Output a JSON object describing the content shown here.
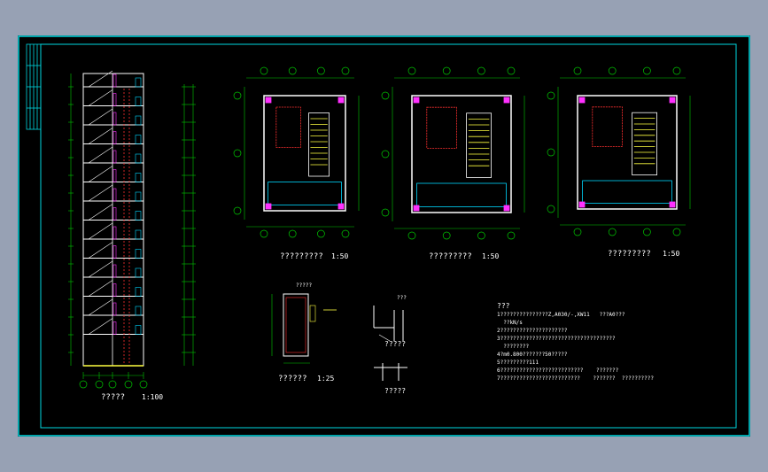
{
  "colors": {
    "background": "#97a1b4",
    "sheet": "#000000",
    "frame": "#00d8e0",
    "wall": "#ffffff",
    "dim": "#00c800",
    "accent_red": "#ff3030",
    "accent_yellow": "#ffff40",
    "accent_magenta": "#ff30ff",
    "accent_cyan": "#00d8ff"
  },
  "views": {
    "section": {
      "title": "?????",
      "scale": "1:100"
    },
    "plan_1": {
      "title": "?????????",
      "scale": "1:50"
    },
    "plan_2": {
      "title": "?????????",
      "scale": "1:50"
    },
    "plan_3": {
      "title": "?????????",
      "scale": "1:50"
    },
    "door_detail": {
      "title": "??????",
      "scale": "1:25",
      "header": "?????"
    },
    "detail_a": {
      "title": "?????",
      "tag": "???"
    },
    "detail_b": {
      "title": "?????"
    }
  },
  "notes": {
    "heading": "???",
    "lines": [
      "1???????????????Z,A030/-,XW11   ???A0???",
      "  ??kN/s",
      "2?????????????????????",
      "3????????????????????????????????????",
      "  ????????",
      "4?m0.800???????50?????",
      "5?????????111",
      "6??????????????????????????    ???????",
      "7?????????????????????????    ???????  ??????????"
    ]
  }
}
